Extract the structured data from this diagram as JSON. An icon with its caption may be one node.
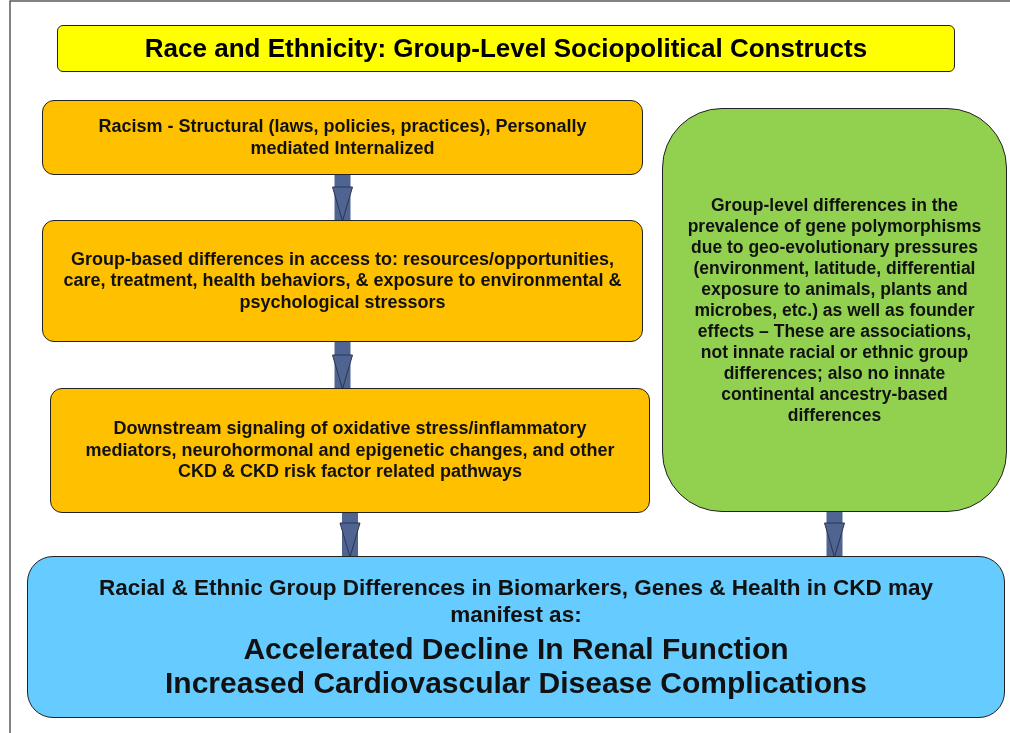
{
  "diagram": {
    "title": "Race and Ethnicity: Group-Level Sociopolitical Constructs",
    "nodes": [
      {
        "text": [
          "Racism - Structural (laws, policies, practices), Personally mediated Internalized"
        ]
      },
      {
        "text": [
          "Group-based differences in access to: resources/opportunities, care, treatment, health behaviors, & exposure to environmental & psychological stressors"
        ]
      },
      {
        "text": [
          "Downstream signaling of oxidative stress/inflammatory mediators, neurohormonal and epigenetic changes, and other CKD & CKD risk factor related pathways"
        ]
      },
      {
        "text": [
          "Group-level differences in the prevalence of gene polymorphisms due to geo-evolutionary pressures (environment, latitude, differential exposure to animals, plants and microbes, etc.) as well as founder effects – These are associations, not innate racial or ethnic group differences; also no innate continental ancestry-based differences"
        ]
      },
      {
        "text": [
          "Racial & Ethnic Group Differences in Biomarkers, Genes & Health in CKD may manifest as:",
          "Accelerated Decline In Renal Function",
          "Increased Cardiovascular Disease Complications"
        ]
      }
    ],
    "edges": [
      {
        "from": 0,
        "to": 1,
        "arrow": "to"
      },
      {
        "from": 1,
        "to": 2,
        "arrow": "to"
      },
      {
        "from": 2,
        "to": 4,
        "arrow": "to"
      },
      {
        "from": 3,
        "to": 4,
        "arrow": "to"
      }
    ]
  }
}
